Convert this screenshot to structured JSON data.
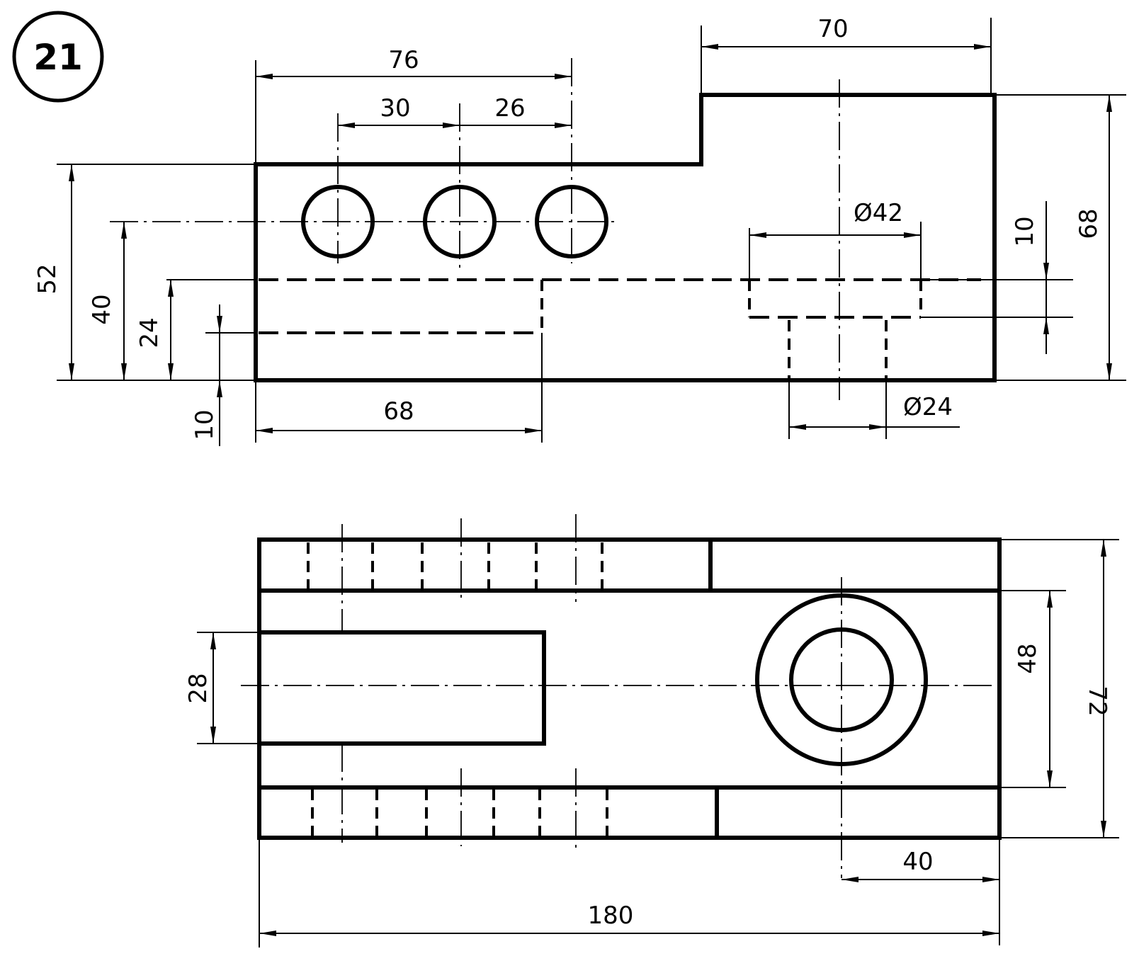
{
  "figure_number": "21",
  "front_view": {
    "dimensions": {
      "overall_holes": "76",
      "hole_pitch_1": "30",
      "hole_pitch_2": "26",
      "raised_width": "70",
      "left_height": "52",
      "hole_center_height": "40",
      "step_height": "24",
      "slot_height": "10",
      "slot_depth": "68",
      "counterbore_diameter": "Ø42",
      "counterbore_depth": "10",
      "total_height": "68",
      "bore_diameter": "Ø24"
    }
  },
  "top_view": {
    "dimensions": {
      "slot_width": "28",
      "inner_width": "48",
      "total_width": "72",
      "bore_offset": "40",
      "total_length": "180"
    }
  }
}
